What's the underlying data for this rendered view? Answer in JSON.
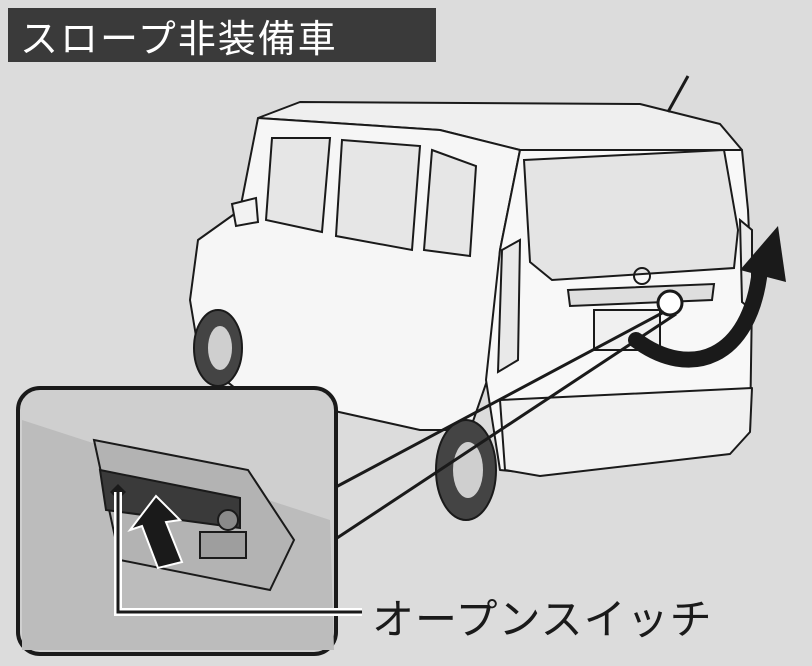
{
  "title": "スロープ非装備車",
  "callout": {
    "label": "オープンスイッチ"
  },
  "colors": {
    "background": "#dcdcdc",
    "title_bg": "#3a3a3a",
    "title_text": "#ffffff",
    "car_body": "#f6f6f6",
    "outline": "#1a1a1a"
  },
  "icons": [
    "open-direction-arrow",
    "press-arrow"
  ]
}
